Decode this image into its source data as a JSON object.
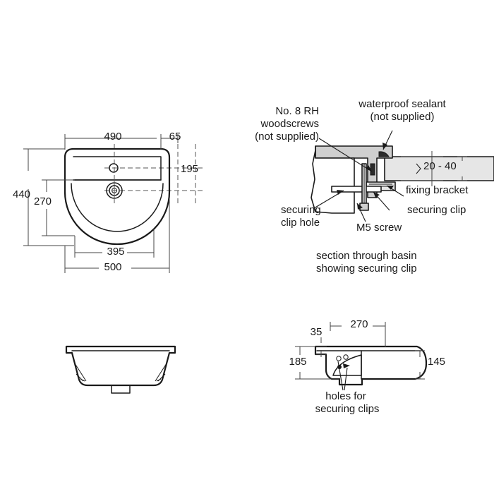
{
  "document": {
    "type": "technical-product-drawing",
    "subject": "semi-countertop wash basin",
    "background_color": "#ffffff",
    "line_color": "#1a1a1a",
    "fill_light": "#e6e6e6",
    "fill_mid": "#cfcfcf"
  },
  "views": {
    "plan": {
      "name": "plan view of basin",
      "dimensions": {
        "width_overall": "500",
        "width_inner": "490",
        "projection_front": "65",
        "height_overall": "440",
        "height_bowl": "270",
        "tap_hole_to_edge": "195",
        "bowl_width": "395"
      }
    },
    "front_elevation": {
      "name": "front elevation of basin"
    },
    "section": {
      "name": "section through basin showing securing clip",
      "caption_line1": "section through basin",
      "caption_line2": "showing securing clip",
      "labels": {
        "woodscrews_l1": "No. 8 RH",
        "woodscrews_l2": "woodscrews",
        "woodscrews_l3": "(not supplied)",
        "sealant_l1": "waterproof sealant",
        "sealant_l2": "(not supplied)",
        "worktop_thickness": "20 - 40",
        "fixing_bracket": "fixing bracket",
        "securing_clip": "securing clip",
        "securing_clip_hole_l1": "securing",
        "securing_clip_hole_l2": "clip hole",
        "m5_screw": "M5 screw"
      }
    },
    "side_section": {
      "name": "side section of basin",
      "dimensions": {
        "depth_overall": "270",
        "rim_thickness": "35",
        "height_left": "185",
        "height_right": "145"
      },
      "labels": {
        "holes_l1": "holes for",
        "holes_l2": "securing clips"
      }
    }
  }
}
